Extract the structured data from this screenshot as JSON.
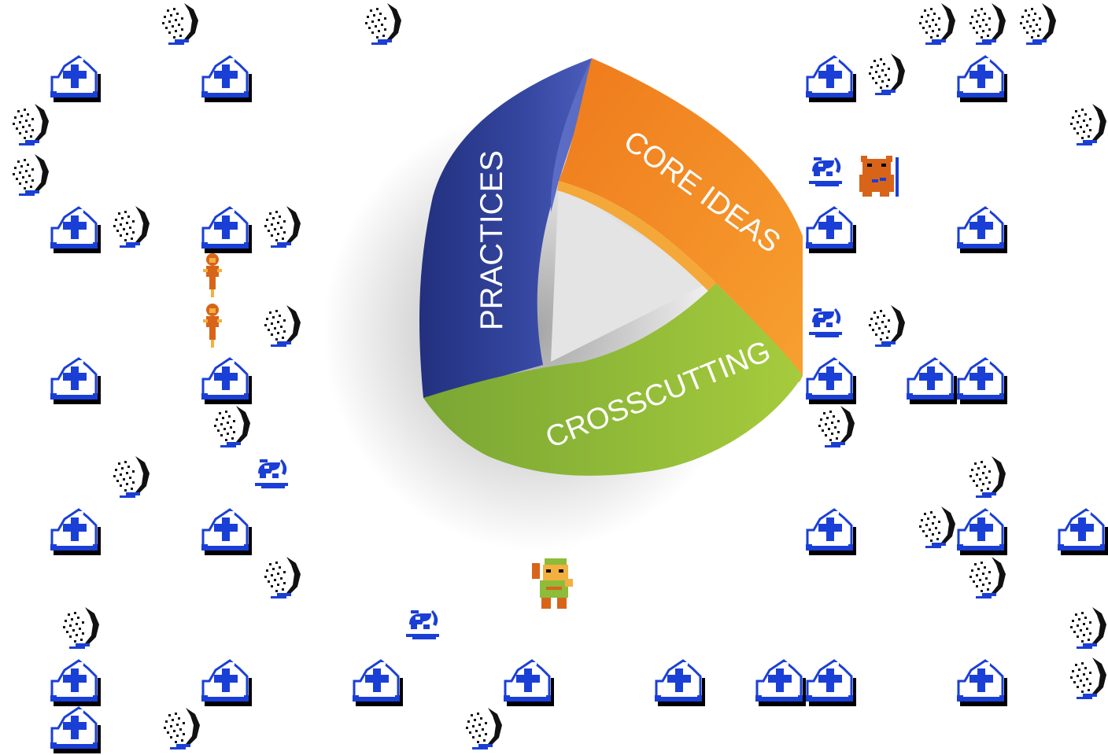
{
  "scene": {
    "background": "#ffffff",
    "palette": {
      "blue_band": "#2e3f9a",
      "orange_band": "#f28a1e",
      "green_band": "#8dbb3a",
      "grave_blue": "#1a3fd6",
      "boulder_black": "#111111",
      "enemy_orange": "#d8641a"
    }
  },
  "triad": {
    "practices_label": "PRACTICES",
    "core_label": "CORE IDEAS",
    "cross_label": "CROSSCUTTING"
  },
  "sprites": {
    "hero": {
      "name": "link",
      "icon": "hero-sprite-icon"
    },
    "moblin": {
      "name": "moblin",
      "icon": "moblin-sprite-icon"
    },
    "fairy_icon": "fairy-sprite-icon",
    "crab_icon": "leever-sprite-icon",
    "grave_icon": "gravestone-icon",
    "boulder_icon": "boulder-icon"
  }
}
